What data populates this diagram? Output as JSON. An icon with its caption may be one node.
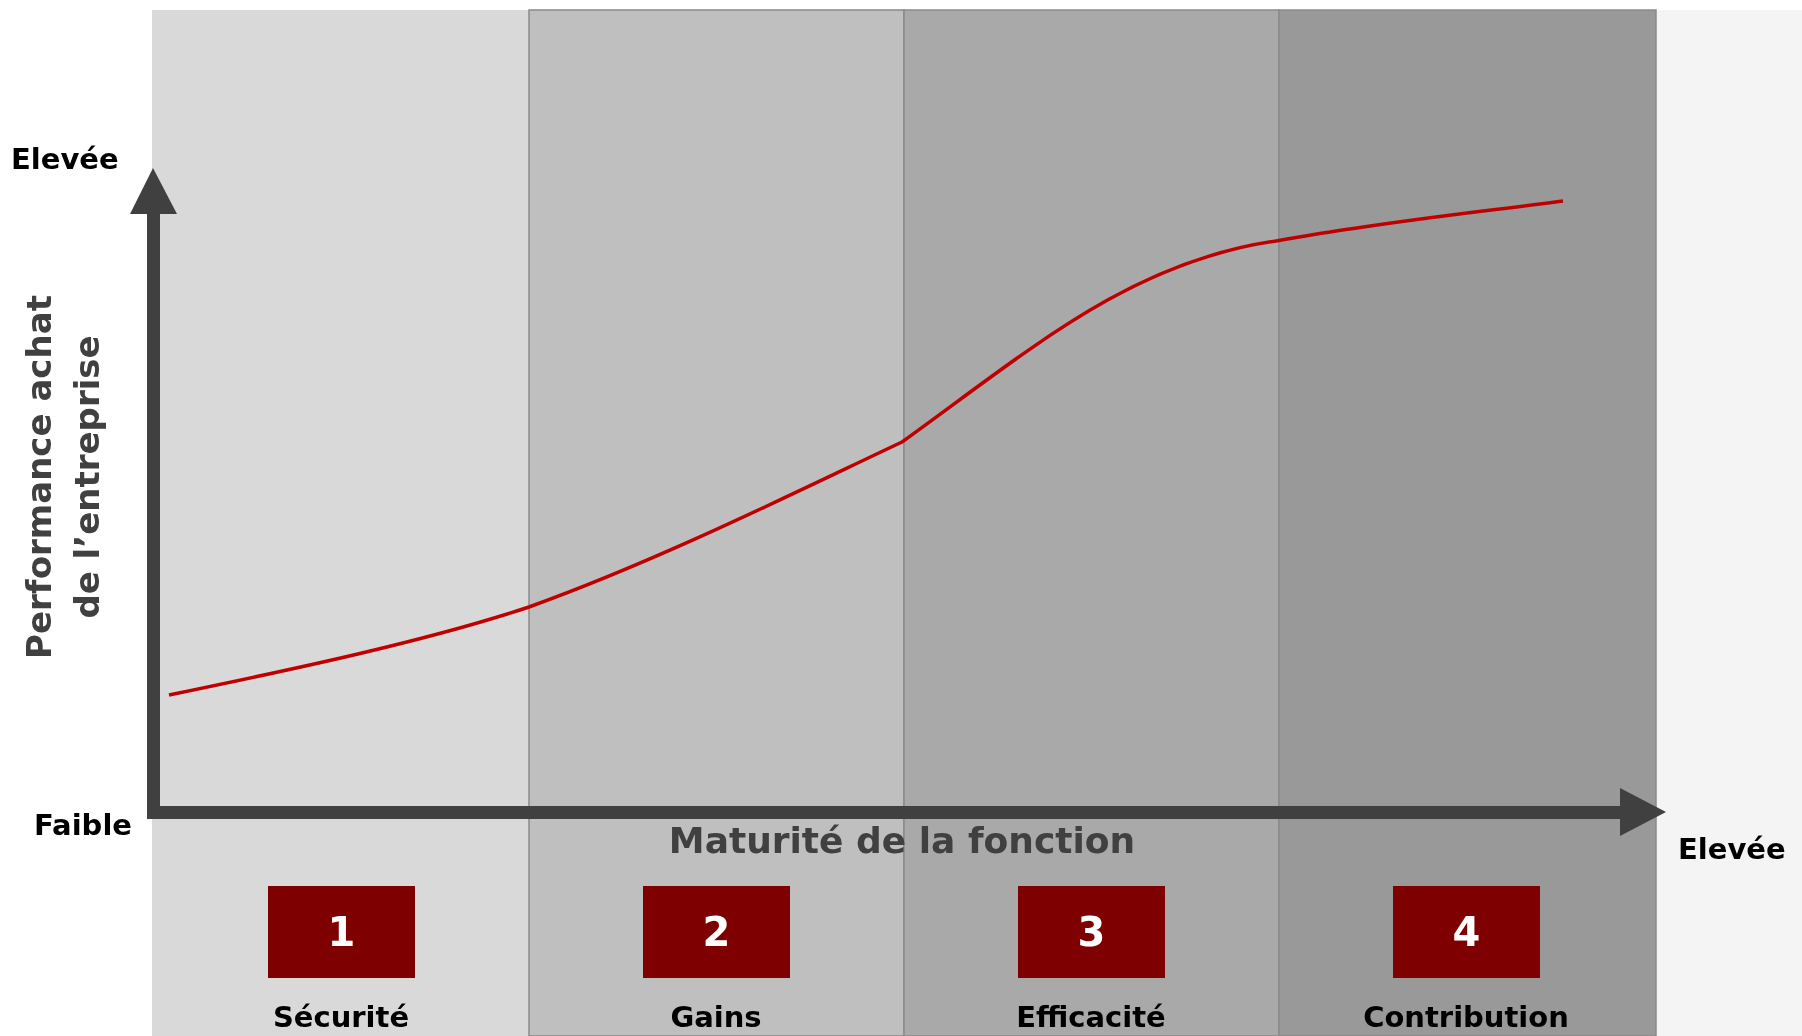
{
  "diagram": {
    "nodes": [
      {
        "text": [
          "1"
        ],
        "beside": [
          "Sécurité"
        ]
      },
      {
        "text": [
          "2"
        ],
        "beside": [
          "Gains"
        ]
      },
      {
        "text": [
          "3"
        ],
        "beside": [
          "Efficacité"
        ]
      },
      {
        "text": [
          "4"
        ],
        "beside": [
          "Contribution"
        ]
      }
    ],
    "labels": [
      "Elevée",
      "Performance achat de l’entreprise",
      "Faible",
      "Maturité de la fonction",
      "Elevée"
    ]
  }
}
